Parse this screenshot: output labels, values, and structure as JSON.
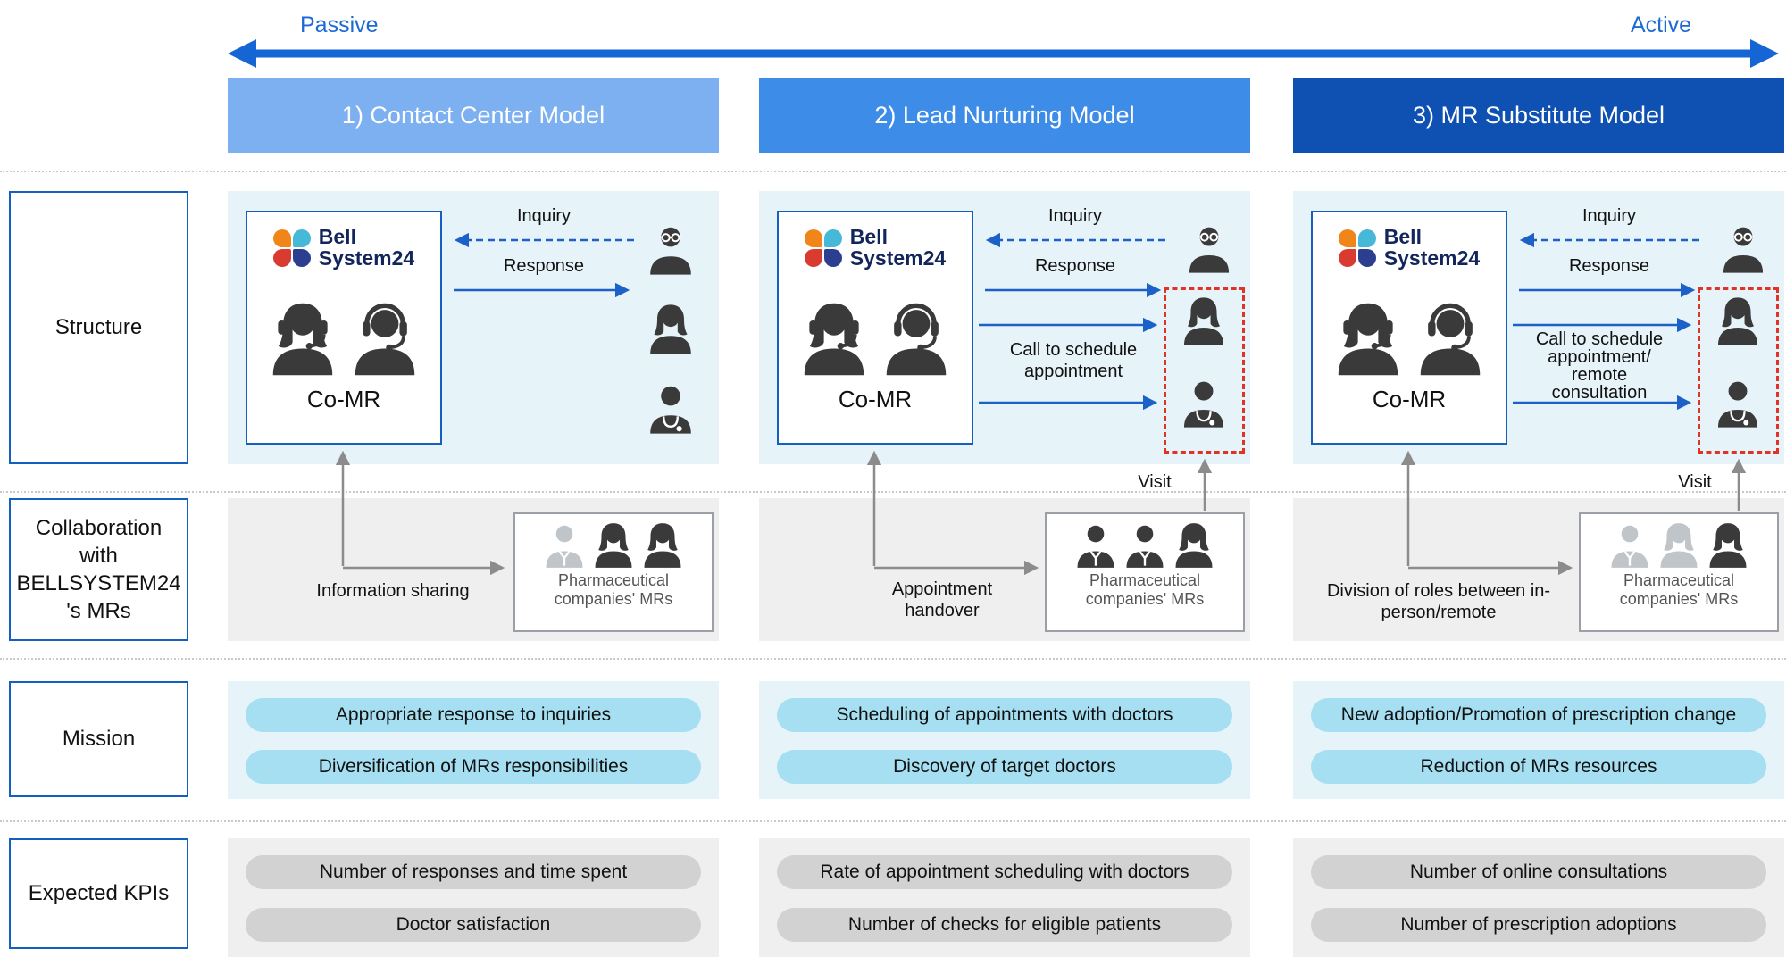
{
  "axis": {
    "passive": "Passive",
    "active": "Active"
  },
  "headers": [
    {
      "label": "1) Contact Center Model"
    },
    {
      "label": "2) Lead Nurturing Model"
    },
    {
      "label": "3) MR Substitute Model"
    }
  ],
  "row_labels": {
    "structure": "Structure",
    "collaboration": "Collaboration with BELLSYSTEM24's MRs",
    "mission": "Mission",
    "kpis": "Expected KPIs"
  },
  "brand": {
    "line1": "Bell",
    "line2": "System24"
  },
  "structure": {
    "co_mr": "Co-MR",
    "inquiry": "Inquiry",
    "response": "Response",
    "visit": "Visit",
    "call_to_schedule": "Call to schedule appointment",
    "call_to_schedule_remote": "Call to schedule appointment/ remote consultation"
  },
  "collaboration": {
    "mrs_label": "Pharmaceutical companies' MRs",
    "actions": {
      "col1": "Information sharing",
      "col2": "Appointment handover",
      "col3": "Division of roles between in-person/remote"
    }
  },
  "mission": {
    "col1": [
      "Appropriate response to inquiries",
      "Diversification of MRs responsibilities"
    ],
    "col2": [
      "Scheduling of appointments with doctors",
      "Discovery of target doctors"
    ],
    "col3": [
      "New adoption/Promotion of prescription change",
      "Reduction of MRs resources"
    ]
  },
  "kpis": {
    "col1": [
      "Number of responses and time spent",
      "Doctor satisfaction"
    ],
    "col2": [
      "Rate of appointment scheduling with doctors",
      "Number of checks for eligible patients"
    ],
    "col3": [
      "Number of online consultations",
      "Number of prescription adoptions"
    ]
  },
  "colors": {
    "header_1": "#7DB0F0",
    "header_2": "#3C8CE8",
    "header_3": "#0F51B2",
    "axis_blue": "#1565D4",
    "arrow_blue": "#1B61C8",
    "arrow_gray": "#8C8C8C",
    "panel_blue_bg": "#E6F3F9",
    "panel_gray_bg": "#EFEFEF",
    "mission_pill": "#A5DFF1",
    "kpi_pill": "#D2D2D2",
    "highlight_red": "#E03225",
    "border_blue": "#1460C0"
  }
}
